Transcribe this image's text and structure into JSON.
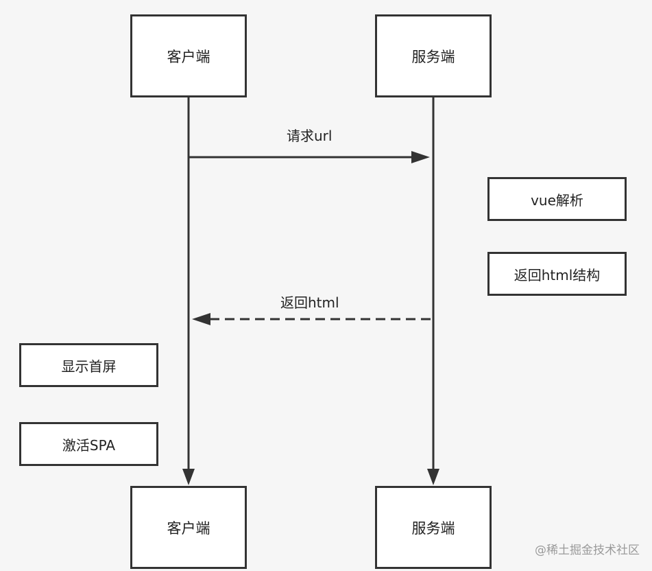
{
  "participants": {
    "client_top": "客户端",
    "server_top": "服务端",
    "client_bottom": "客户端",
    "server_bottom": "服务端"
  },
  "messages": {
    "request": "请求url",
    "response": "返回html"
  },
  "notes": {
    "server_parse": "vue解析",
    "server_return": "返回html结构",
    "client_render": "显示首屏",
    "client_activate": "激活SPA"
  },
  "watermark": "@稀土掘金技术社区",
  "colors": {
    "background": "#f6f6f6",
    "stroke": "#333333",
    "box_fill": "#ffffff",
    "watermark": "#9a9a9a"
  }
}
